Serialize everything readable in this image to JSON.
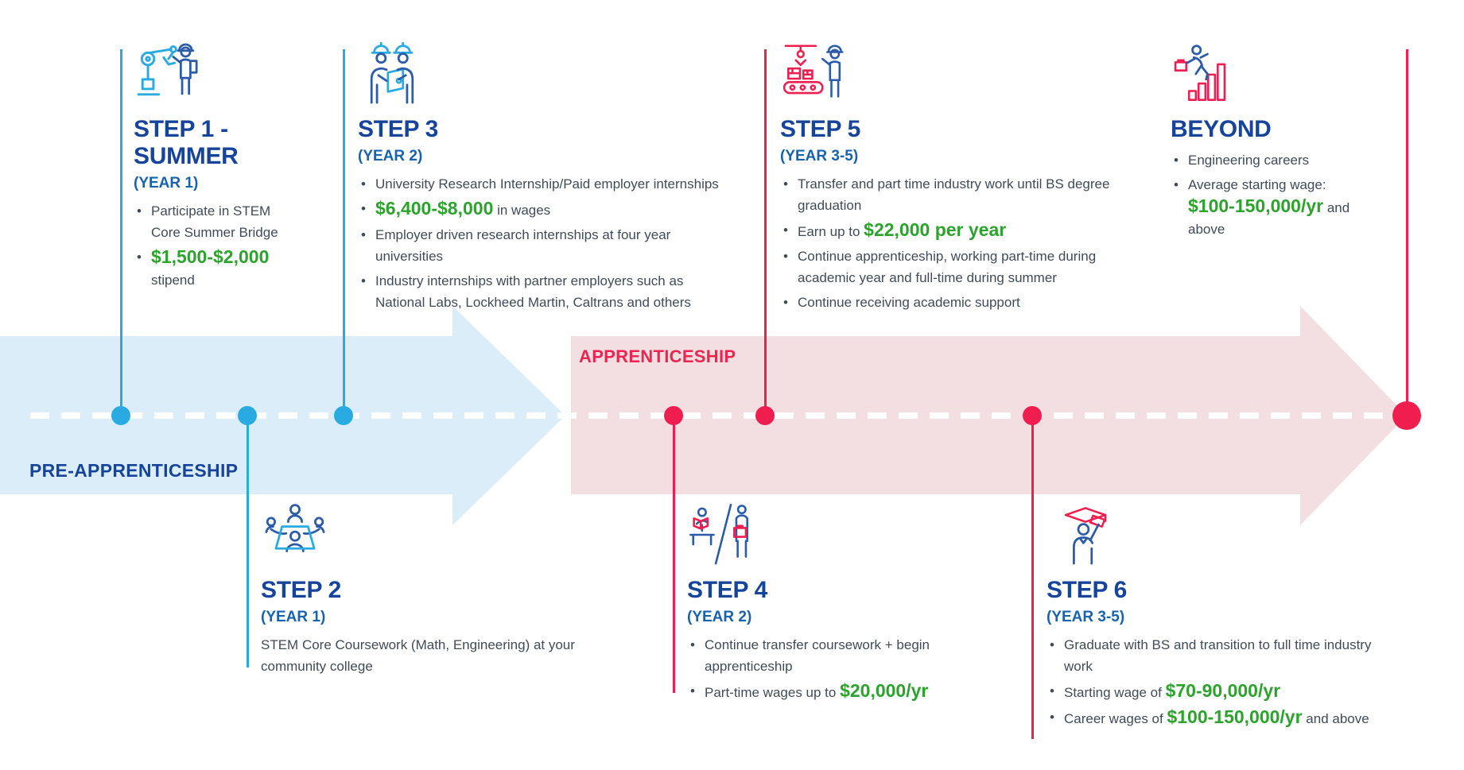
{
  "phases": {
    "pre": {
      "label": "PRE-APPRENTICESHIP"
    },
    "apprenticeship": {
      "label": "APPRENTICESHIP"
    }
  },
  "colors": {
    "title_navy": "#17449b",
    "year_blue": "#1763ae",
    "body_gray": "#414b57",
    "money_green": "#2ca32c",
    "accent_cyan": "#29abe2",
    "accent_red": "#f01e4e",
    "band_blue": "#daedf9",
    "band_pink": "#f3dee2"
  },
  "steps": [
    {
      "id": "step1",
      "icon": "robot-arm-trainee-icon",
      "title_lines": [
        "STEP 1 -",
        "SUMMER"
      ],
      "year": "(YEAR 1)",
      "bullets": [
        [
          {
            "text": "Participate in STEM Core Summer Bridge"
          }
        ],
        [
          {
            "text": "$1,500-$2,000",
            "money": true
          },
          {
            "text": " stipend"
          }
        ]
      ]
    },
    {
      "id": "step2",
      "icon": "team-meeting-icon",
      "title_lines": [
        "STEP 2"
      ],
      "year": "(YEAR 1)",
      "paragraph": "STEM Core Coursework (Math, Engineering) at your community college"
    },
    {
      "id": "step3",
      "icon": "workers-clipboard-icon",
      "title_lines": [
        "STEP 3"
      ],
      "year": "(YEAR 2)",
      "bullets": [
        [
          {
            "text": "University Research Internship/Paid employer internships"
          }
        ],
        [
          {
            "text": "$6,400-$8,000",
            "money": true
          },
          {
            "text": " in wages"
          }
        ],
        [
          {
            "text": "Employer driven research internships at four year universities"
          }
        ],
        [
          {
            "text": "Industry internships with partner employers such as National Labs, Lockheed Martin, Caltrans and others"
          }
        ]
      ]
    },
    {
      "id": "step4",
      "icon": "study-and-work-icon",
      "title_lines": [
        "STEP 4"
      ],
      "year": "(YEAR 2)",
      "bullets": [
        [
          {
            "text": "Continue transfer coursework + begin apprenticeship"
          }
        ],
        [
          {
            "text": "Part-time wages up to "
          },
          {
            "text": "$20,000/yr",
            "money": true
          }
        ]
      ]
    },
    {
      "id": "step5",
      "icon": "factory-conveyor-icon",
      "title_lines": [
        "STEP 5"
      ],
      "year": "(YEAR 3-5)",
      "bullets": [
        [
          {
            "text": "Transfer and part time industry work until BS degree graduation"
          }
        ],
        [
          {
            "text": "Earn up to "
          },
          {
            "text": "$22,000 per year",
            "money": true
          }
        ],
        [
          {
            "text": "Continue apprenticeship, working part-time during academic year and full-time during summer"
          }
        ],
        [
          {
            "text": "Continue receiving academic support"
          }
        ]
      ]
    },
    {
      "id": "step6",
      "icon": "graduate-diploma-icon",
      "title_lines": [
        "STEP 6"
      ],
      "year": "(YEAR 3-5)",
      "bullets": [
        [
          {
            "text": "Graduate with BS and transition to full time industry work"
          }
        ],
        [
          {
            "text": "Starting wage of "
          },
          {
            "text": "$70-90,000/yr",
            "money": true
          }
        ],
        [
          {
            "text": "Career wages of "
          },
          {
            "text": "$100-150,000/yr",
            "money": true
          },
          {
            "text": " and above"
          }
        ]
      ]
    },
    {
      "id": "beyond",
      "icon": "career-growth-icon",
      "title_lines": [
        "BEYOND"
      ],
      "year": null,
      "bullets": [
        [
          {
            "text": "Engineering careers"
          }
        ],
        [
          {
            "text": "Average starting wage: "
          },
          {
            "text": "$100-150,000/yr",
            "money": true
          },
          {
            "text": " and above"
          }
        ]
      ]
    }
  ]
}
